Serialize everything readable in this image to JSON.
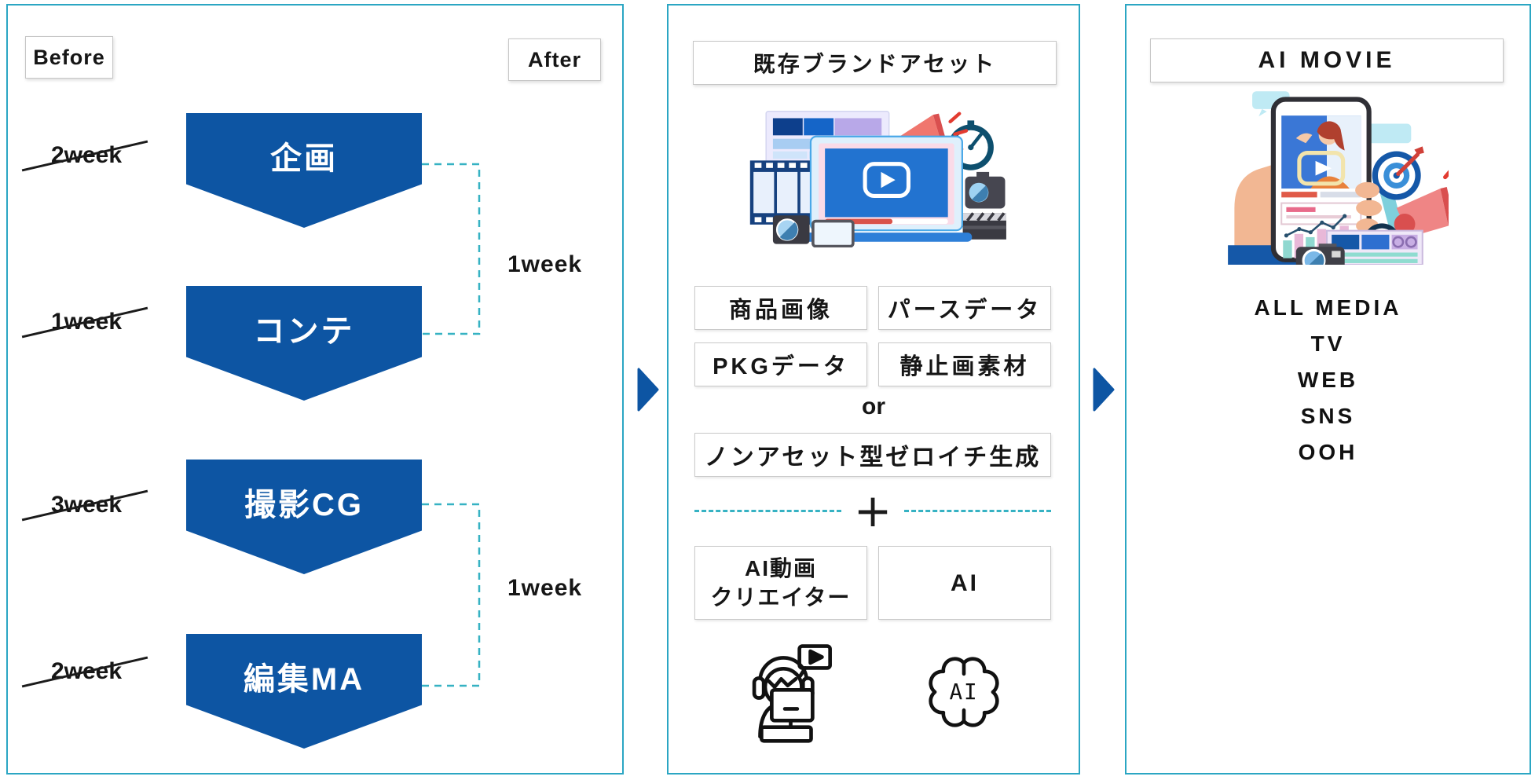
{
  "colors": {
    "panel_border": "#2ba6c3",
    "primary_blue": "#0d55a3",
    "dashed_teal": "#36b2c3",
    "box_border": "#c9c9c9",
    "text": "#161616"
  },
  "left_panel": {
    "before_label": "Before",
    "after_label": "After",
    "steps": [
      {
        "label": "企画",
        "old_duration": "2week"
      },
      {
        "label": "コンテ",
        "old_duration": "1week"
      },
      {
        "label": "撮影CG",
        "old_duration": "3week"
      },
      {
        "label": "編集MA",
        "old_duration": "2week"
      }
    ],
    "brackets": [
      {
        "label": "1week"
      },
      {
        "label": "1week"
      }
    ]
  },
  "middle_panel": {
    "header": "既存ブランドアセット",
    "asset_boxes": [
      "商品画像",
      "パースデータ",
      "PKGデータ",
      "静止画素材"
    ],
    "or_label": "or",
    "non_asset_box": "ノンアセット型ゼロイチ生成",
    "plus_label": "+",
    "creator_box": "AI動画\nクリエイター",
    "ai_box": "AI",
    "brain_icon_text": "AI"
  },
  "right_panel": {
    "header": "AI MOVIE",
    "media_list": [
      "ALL MEDIA",
      "TV",
      "WEB",
      "SNS",
      "OOH"
    ]
  },
  "icons": {
    "flow_arrows": "blue right-pointing triangles between panels",
    "video_creator_icon": "person with headset at computer with video speech bubble",
    "ai_brain_icon": "brain outline containing AI text",
    "brand_assets_illustration": "video player with media assets collage",
    "ai_movie_illustration": "hand holding smartphone with video, chart, target, megaphone"
  }
}
